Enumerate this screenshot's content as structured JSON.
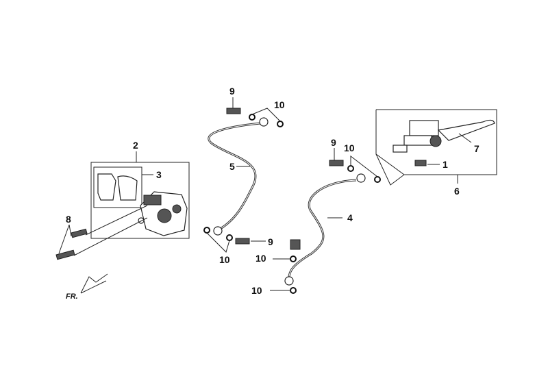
{
  "diagram": {
    "labels": [
      {
        "id": "9a",
        "text": "9"
      },
      {
        "id": "10a",
        "text": "10"
      },
      {
        "id": "2",
        "text": "2"
      },
      {
        "id": "3",
        "text": "3"
      },
      {
        "id": "5",
        "text": "5"
      },
      {
        "id": "9b",
        "text": "9"
      },
      {
        "id": "10b",
        "text": "10"
      },
      {
        "id": "1",
        "text": "1"
      },
      {
        "id": "7",
        "text": "7"
      },
      {
        "id": "6",
        "text": "6"
      },
      {
        "id": "4",
        "text": "4"
      },
      {
        "id": "8",
        "text": "8"
      },
      {
        "id": "9c",
        "text": "9"
      },
      {
        "id": "10c",
        "text": "10"
      },
      {
        "id": "10d",
        "text": "10"
      },
      {
        "id": "10e",
        "text": "10"
      }
    ],
    "direction_marker": "FR."
  }
}
